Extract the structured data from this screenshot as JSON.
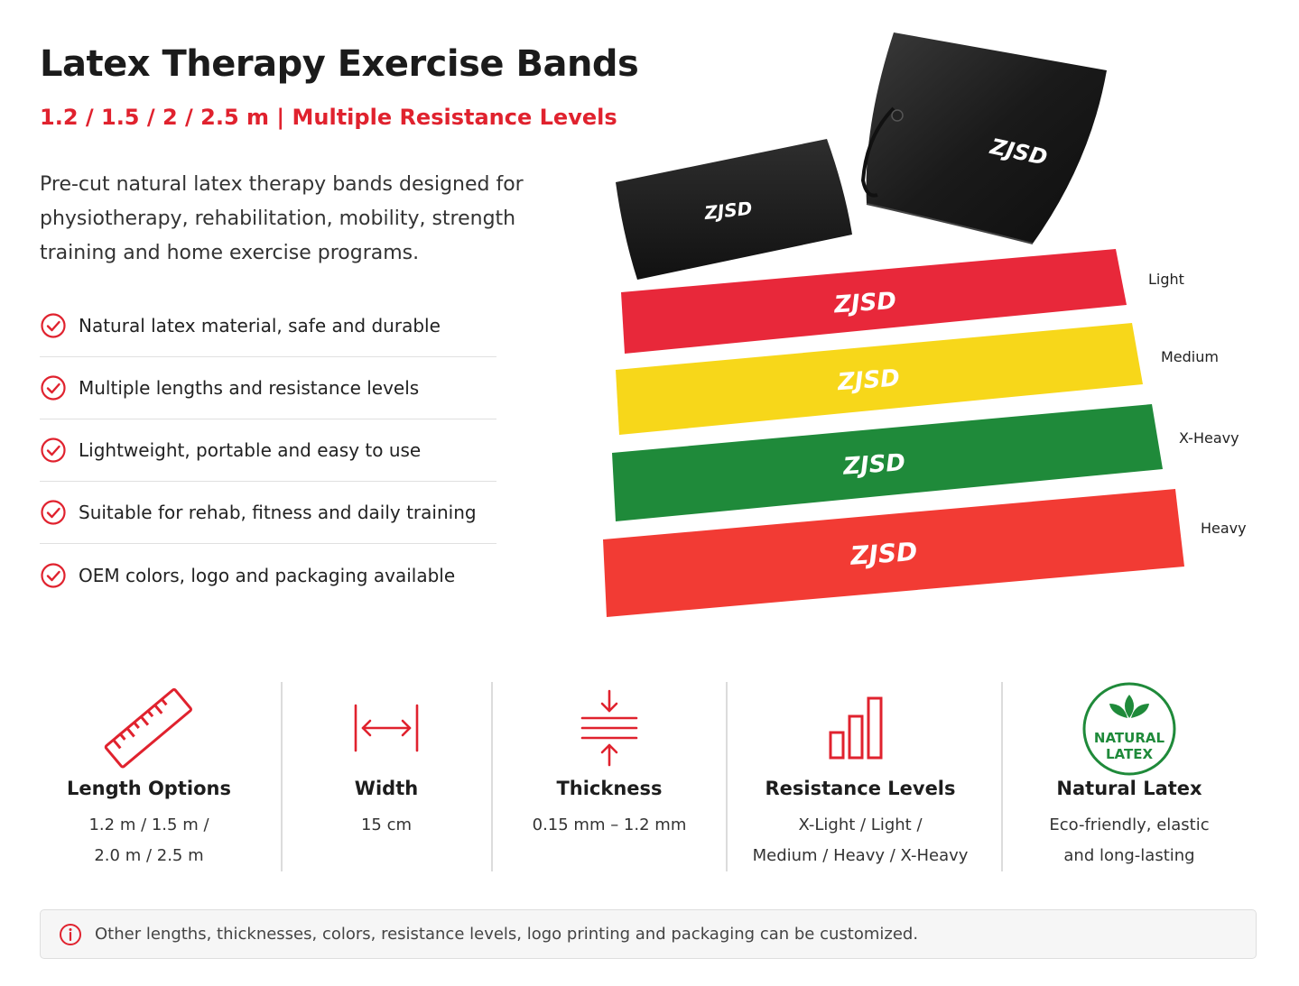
{
  "header": {
    "title": "Latex Therapy Exercise Bands",
    "subtitle": "1.2 / 1.5 / 2 / 2.5 m | Multiple Resistance Levels"
  },
  "intro": {
    "line1": "Pre-cut natural latex therapy bands designed for",
    "line2": "physiotherapy, rehabilitation, mobility, strength",
    "line3": "training and home exercise programs."
  },
  "features": [
    "Natural latex material, safe and durable",
    "Multiple lengths and resistance levels",
    "Lightweight, portable and easy to use",
    "Suitable for rehab, fitness and daily training",
    "OEM colors, logo and packaging available"
  ],
  "product": {
    "brand_logo": "ZJSD",
    "bands": [
      {
        "label": "Light",
        "color": "#e8283a"
      },
      {
        "label": "Medium",
        "color": "#f7d71a"
      },
      {
        "label": "X-Heavy",
        "color": "#1f8a3a"
      },
      {
        "label": "Heavy",
        "color": "#f23b34"
      }
    ],
    "pouch_color": "#1b1b1b"
  },
  "specs": [
    {
      "icon": "ruler-icon",
      "title": "Length Options",
      "line1": "1.2 m / 1.5 m /",
      "line2": "2.0 m / 2.5 m"
    },
    {
      "icon": "width-arrows-icon",
      "title": "Width",
      "line1": "15 cm",
      "line2": ""
    },
    {
      "icon": "thickness-arrows-icon",
      "title": "Thickness",
      "line1": "0.15 mm – 1.2 mm",
      "line2": ""
    },
    {
      "icon": "bar-levels-icon",
      "title": "Resistance Levels",
      "line1": "X-Light / Light /",
      "line2": "Medium / Heavy / X-Heavy"
    },
    {
      "icon": "leaf-badge-icon",
      "title": "Natural Latex",
      "line1": "Eco-friendly, elastic",
      "line2": "and long-lasting",
      "badge_line1": "NATURAL",
      "badge_line2": "LATEX"
    }
  ],
  "notice": {
    "icon": "info-icon",
    "text": "Other lengths, thicknesses, colors, resistance levels, logo printing and packaging can be customized."
  },
  "colors": {
    "accent": "#e0222e",
    "eco_green": "#1f8a3a"
  }
}
